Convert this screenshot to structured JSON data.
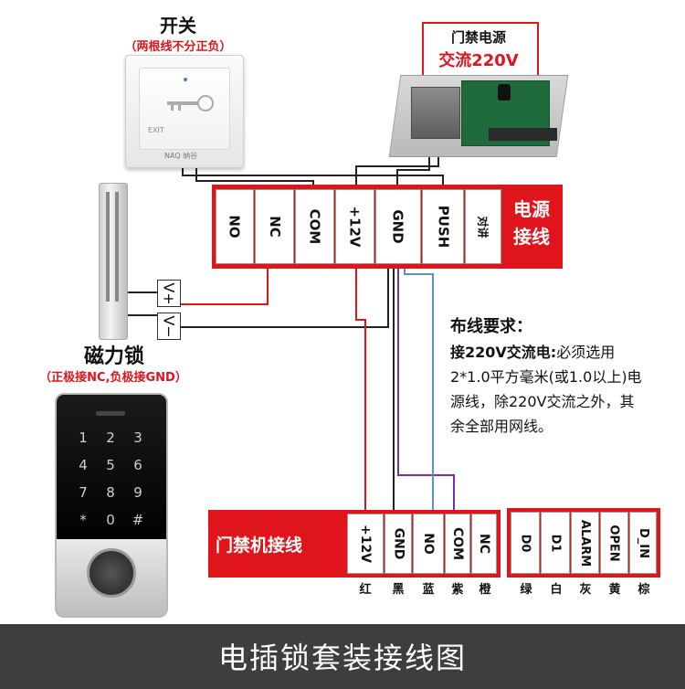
{
  "switch": {
    "title": "开关",
    "subtitle": "（两根线不分正负）",
    "exit_text": "EXIT",
    "brand": "NAQ 纳谷"
  },
  "power_supply": {
    "line1": "门禁电源",
    "line2": "交流220V"
  },
  "top_terminal": {
    "labels": [
      "NO",
      "NC",
      "COM",
      "+12V",
      "GND",
      "PUSH",
      "对讲"
    ],
    "title_line1": "电源",
    "title_line2": "接线"
  },
  "lock": {
    "title": "磁力锁",
    "subtitle": "（正极接NC,负极接GND）",
    "v_plus": "V+",
    "v_minus": "V−"
  },
  "keypad": {
    "keys": [
      "1",
      "2",
      "3",
      "4",
      "5",
      "6",
      "7",
      "8",
      "9",
      "*",
      "0",
      "#"
    ]
  },
  "requirements": {
    "title": "布线要求：",
    "bold_prefix": "接220V交流电:",
    "text": "必须选用2*1.0平方毫米(或1.0以上)电源线，除220V交流之外，其余全部用网线。"
  },
  "bottom_terminal_1": {
    "title": "门禁机接线",
    "labels": [
      "+12V",
      "GND",
      "NO",
      "COM",
      "NC"
    ],
    "colors": [
      "红",
      "黑",
      "蓝",
      "紫",
      "橙"
    ]
  },
  "bottom_terminal_2": {
    "labels": [
      "D0",
      "D1",
      "ALARM",
      "OPEN",
      "D_IN"
    ],
    "colors": [
      "绿",
      "白",
      "灰",
      "黄",
      "棕"
    ]
  },
  "footer": {
    "title": "电插锁套装接线图"
  },
  "wire_colors": {
    "red": "#e0141b",
    "black": "#222222",
    "blue": "#5b8fd6",
    "purple": "#7a2fa0",
    "accent": "#e0141b"
  }
}
